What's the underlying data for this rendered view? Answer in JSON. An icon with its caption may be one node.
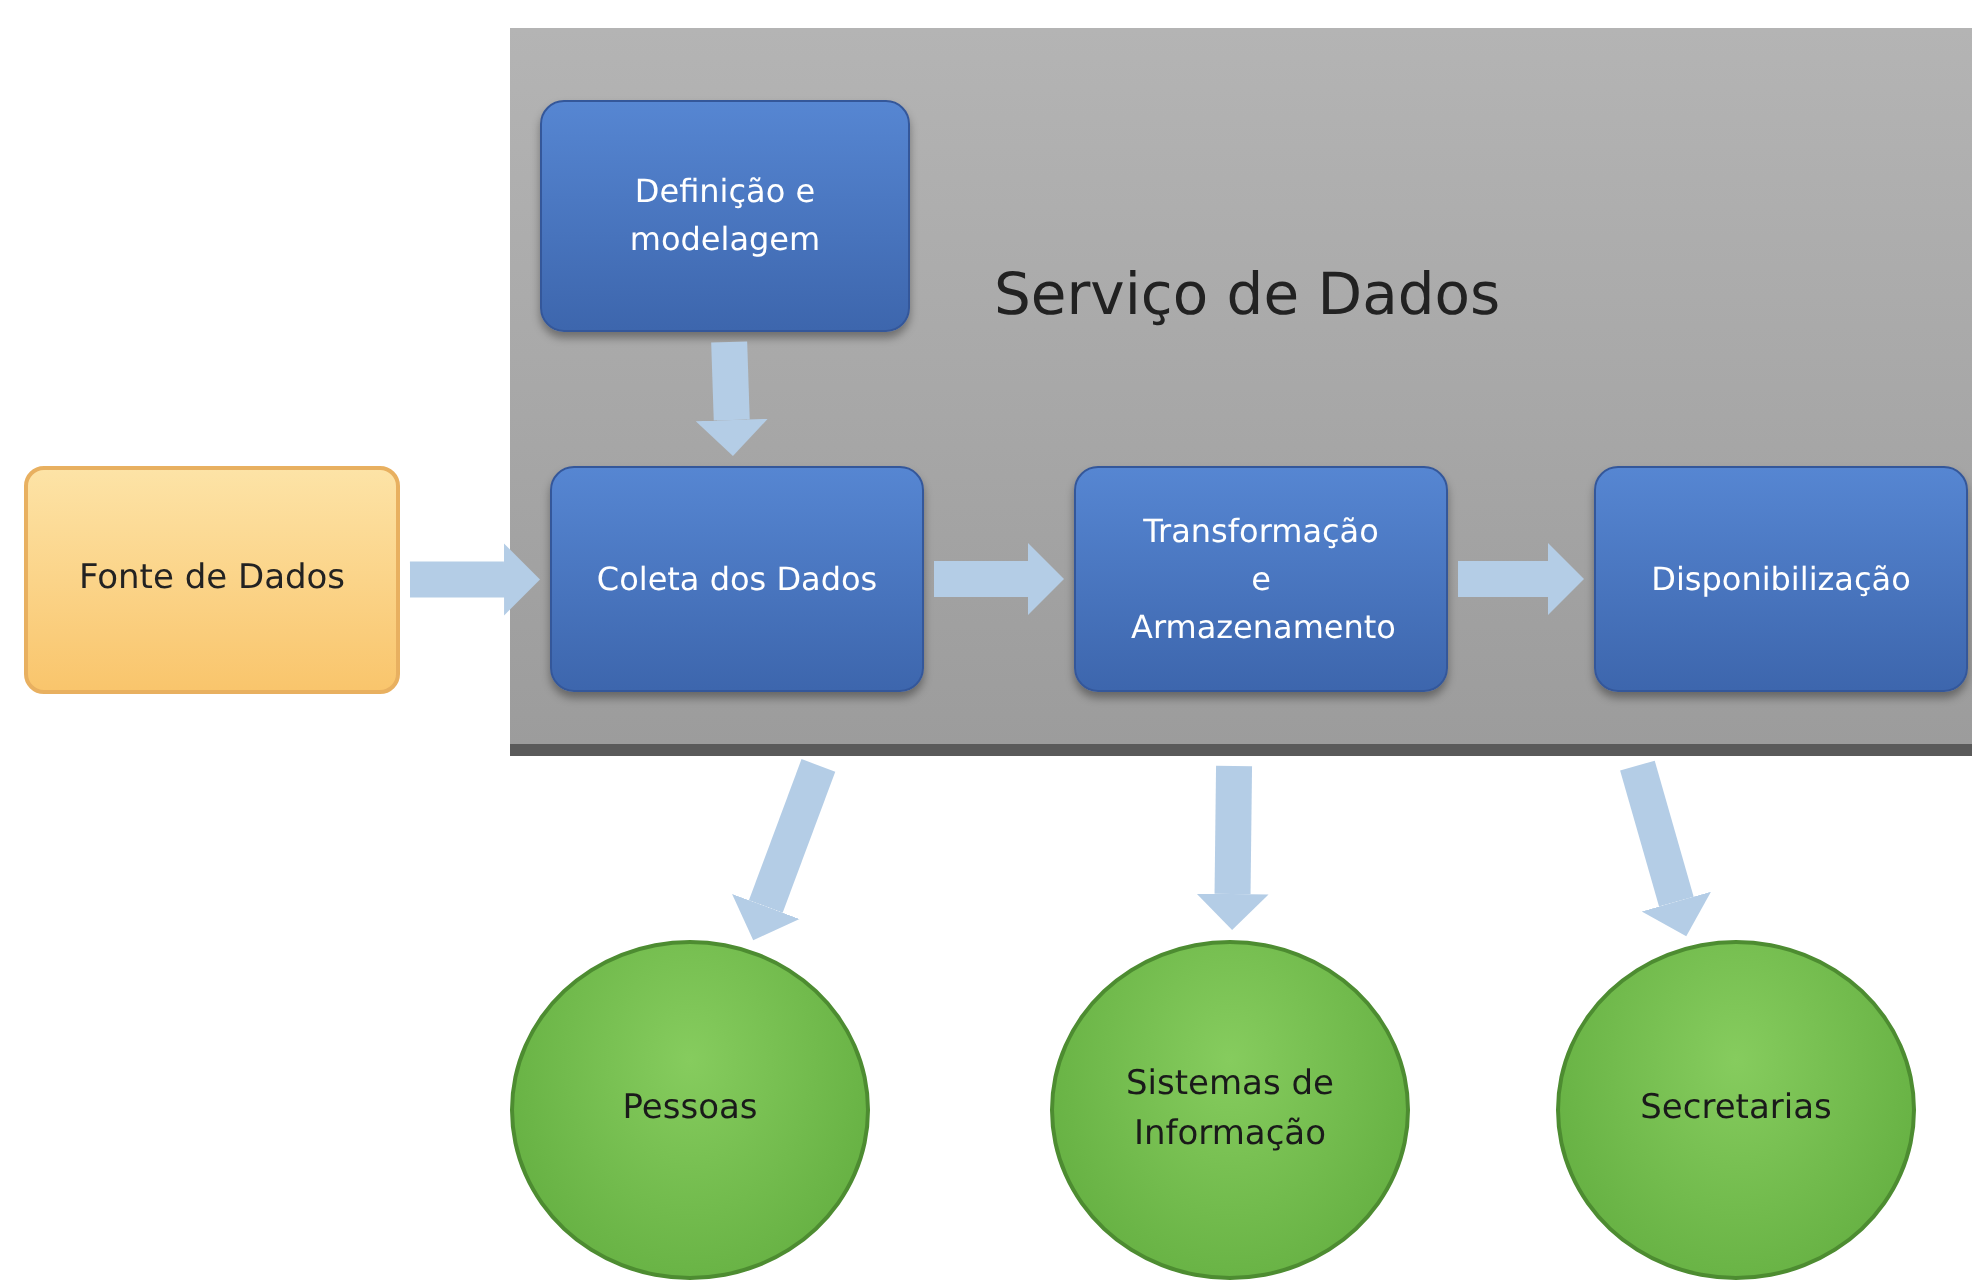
{
  "diagram": {
    "nodes": [
      {
        "text": [
          "Fonte de Dados"
        ]
      },
      {
        "text": [
          "Serviço de Dados"
        ]
      },
      {
        "text": [
          "Definição e modelagem"
        ],
        "in": 1
      },
      {
        "text": [
          "Coleta dos Dados"
        ],
        "in": 1
      },
      {
        "text": [
          "Transformação e Armazenamento"
        ],
        "in": 1
      },
      {
        "text": [
          "Disponibilização"
        ],
        "in": 1
      },
      {
        "text": [
          "Pessoas"
        ]
      },
      {
        "text": [
          "Sistemas de Informação"
        ]
      },
      {
        "text": [
          "Secretarias"
        ]
      }
    ],
    "edges": [
      {
        "from": 0,
        "to": 3,
        "arrow": "to"
      },
      {
        "from": 2,
        "to": 3,
        "arrow": "to"
      },
      {
        "from": 3,
        "to": 4,
        "arrow": "to"
      },
      {
        "from": 4,
        "to": 5,
        "arrow": "to"
      },
      {
        "from": 1,
        "to": 6,
        "arrow": "to"
      },
      {
        "from": 1,
        "to": 7,
        "arrow": "to"
      },
      {
        "from": 1,
        "to": 8,
        "arrow": "to"
      }
    ]
  }
}
